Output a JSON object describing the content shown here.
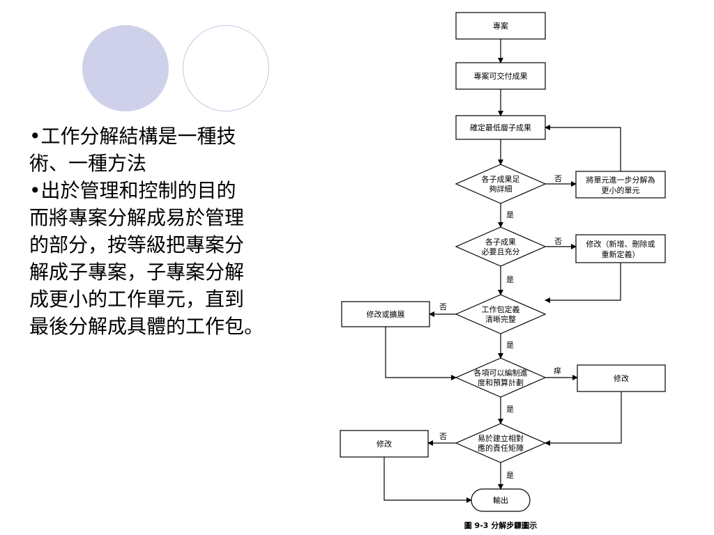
{
  "bullets": [
    {
      "lines": [
        "•工作分解結構是一種技",
        "術、一種方法"
      ]
    },
    {
      "lines": [
        "•出於管理和控制的目的",
        "而將專案分解成易於管理",
        "的部分，按等級把專案分",
        "解成子專案，子專案分解",
        "成更小的工作單元，直到",
        "最後分解成具體的工作包。"
      ]
    }
  ],
  "flowchart": {
    "box_project": "專案",
    "box_deliverables": "專案可交付成果",
    "box_lowest": "確定最低層子成果",
    "decision_1": [
      "各子成果足",
      "夠詳細"
    ],
    "box_decompose": [
      "將單元進一步分解為",
      "更小的單元"
    ],
    "decision_2": [
      "各子成果",
      "必要且充分"
    ],
    "box_modify_2": [
      "修改（新增、刪除或",
      "重新定義）"
    ],
    "decision_3": [
      "工作包定義",
      "清晰完整"
    ],
    "box_modify_expand": "修改或擴展",
    "decision_4": [
      "各項可以編制進",
      "度和預算計劃"
    ],
    "box_modify_4": "修改",
    "decision_5": [
      "易於建立相對",
      "應的責任矩陣"
    ],
    "box_modify_5": "修改",
    "terminal_output": "輸出",
    "label_no_1": "否",
    "label_yes_1": "是",
    "label_no_2": "否",
    "label_yes_2": "是",
    "label_no_3": "否",
    "label_yes_3": "是",
    "label_no_4": "痒",
    "label_yes_4": "是",
    "label_no_5": "否",
    "label_yes_5": "是",
    "caption": "圖 9-3  分解步驟圖示"
  }
}
